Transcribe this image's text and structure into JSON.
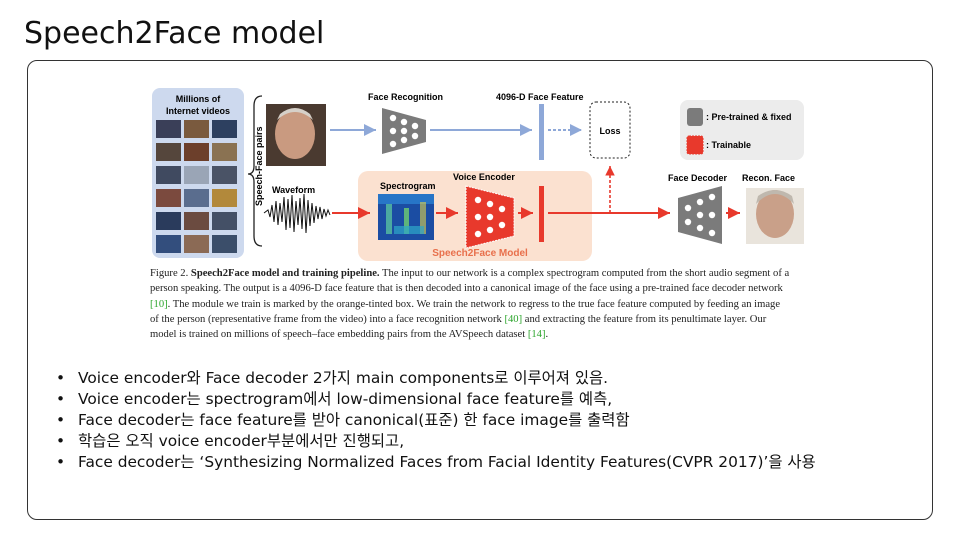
{
  "slide": {
    "title": "Speech2Face model"
  },
  "figure": {
    "videos_label": [
      "Millions of",
      "Internet videos"
    ],
    "pairs_label": "Speech-Face pairs",
    "face_recognition": "Face Recognition",
    "feature_label": "4096-D Face Feature",
    "loss": "Loss",
    "waveform": "Waveform",
    "spectrogram": "Spectrogram",
    "voice_encoder": "Voice Encoder",
    "model_name": "Speech2Face Model",
    "face_decoder": "Face Decoder",
    "recon_face": "Recon. Face",
    "legend_fixed": ": Pre-trained & fixed",
    "legend_trainable": ": Trainable",
    "colors": {
      "blue_arrow": "#8ea8d8",
      "red_arrow": "#e8392c",
      "model_box": "#fbe1d0",
      "legend_bg": "#ececec",
      "videos_bg": "#cdd9ee"
    }
  },
  "caption": {
    "figure_num": "Figure 2.",
    "bold_title": "Speech2Face model and training pipeline.",
    "text_1": "The input to our network is a complex spectrogram computed from the short audio segment of a person speaking. The output is a 4096-D face feature that is then decoded into a canonical image of the face using a pre-trained face decoder network",
    "cite_1": "[10]",
    "text_2": ". The module we train is marked by the orange-tinted box. We train the network to regress to the true face feature computed by feeding an image of the person (representative frame from the video) into a face recognition network",
    "cite_2": "[40]",
    "text_3": "and extracting the feature from its penultimate layer. Our model is trained on millions of speech–face embedding pairs from the AVSpeech dataset",
    "cite_3": "[14]",
    "text_4": "."
  },
  "bullets": [
    "Voice encoder와 Face decoder 2가지 main components로 이루어져 있음.",
    "Voice encoder는 spectrogram에서 low-dimensional face feature를 예측,",
    "Face decoder는 face feature를 받아 canonical(표준) 한 face image를 출력함",
    "학습은 오직 voice encoder부분에서만 진행되고,",
    "Face decoder는 ‘Synthesizing Normalized Faces from Facial Identity Features(CVPR 2017)’을 사용"
  ]
}
